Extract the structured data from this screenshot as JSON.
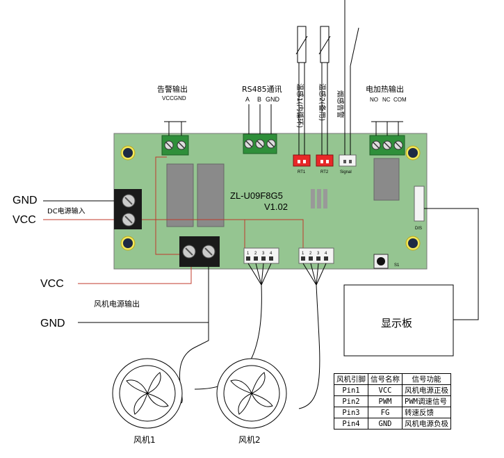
{
  "board": {
    "model": "ZL-U09F8G5",
    "version": "V1.02"
  },
  "labels": {
    "alarm_output": "告警输出",
    "alarm_pins": "VCCGND",
    "rs485": "RS485通讯",
    "rs485_a": "A",
    "rs485_b": "B",
    "rs485_gnd": "GND",
    "heater_output": "电加热输出",
    "heater_no": "NO",
    "heater_nc": "NC",
    "heater_com": "COM",
    "temp_sensor_1": "温感1(内循环)",
    "temp_sensor_2": "温感2(备用)",
    "smoke_alarm": "烟感告警",
    "rt1": "RT1",
    "rt2": "RT2",
    "signal": "Signal",
    "dis": "DIS",
    "s1": "S1",
    "dc_gnd": "GND",
    "dc_vcc": "VCC",
    "dc_input": "DC电源输入",
    "fan_vcc": "VCC",
    "fan_gnd": "GND",
    "fan_power_output": "风机电源输出",
    "display_board": "显示板",
    "fan_1": "风机1",
    "fan_2": "风机2",
    "pin_1": "1",
    "pin_2": "2",
    "pin_3": "3",
    "pin_4": "4"
  },
  "pin_table": {
    "headers": [
      "风机引脚",
      "信号名称",
      "信号功能"
    ],
    "rows": [
      [
        "Pin1",
        "VCC",
        "风机电源正极"
      ],
      [
        "Pin2",
        "PWM",
        "PWM调速信号"
      ],
      [
        "Pin3",
        "FG",
        "转速反馈"
      ],
      [
        "Pin4",
        "GND",
        "风机电源负极"
      ]
    ]
  },
  "colors": {
    "board": "#95c591",
    "terminal_green": "#2f8f3a",
    "relay_gray": "#8a8a8a",
    "jst_red": "#e82828",
    "wire_red": "#c0392b",
    "terminal_black": "#1a1a1a"
  }
}
